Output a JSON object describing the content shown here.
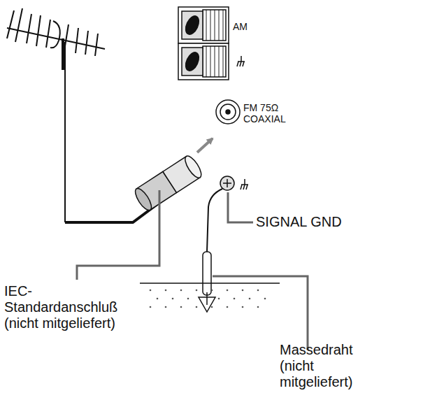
{
  "diagram": {
    "labels": [
      "AM",
      "FM 75Ω COAXIAL",
      "SIGNAL GND",
      "IEC-Standardanschluß (nicht mitgeliefert)",
      "Massedraht (nicht mitgeliefert)"
    ]
  }
}
